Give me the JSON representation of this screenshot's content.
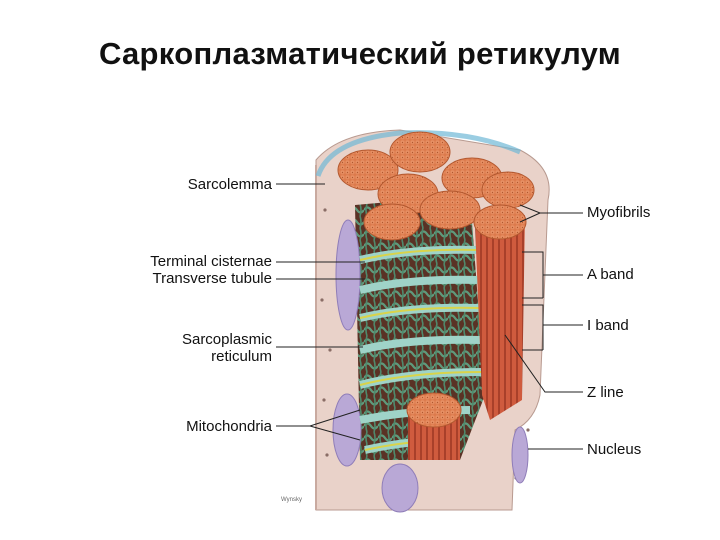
{
  "title": "Саркоплазматический ретикулум",
  "labels": {
    "sarcolemma": "Sarcolemma",
    "terminal_cisternae": "Terminal cisternae",
    "transverse_tubule": "Transverse tubule",
    "sarcoplasmic_line1": "Sarcoplasmic",
    "sarcoplasmic_line2": "reticulum",
    "mitochondria": "Mitochondria",
    "myofibrils": "Myofibrils",
    "a_band": "A band",
    "i_band": "I band",
    "z_line": "Z line",
    "nucleus": "Nucleus"
  },
  "credit": "Wynsky",
  "colors": {
    "fiber_body": "#e9d2c9",
    "myofibril_end": "#e8895a",
    "myofibril_side": "#c9563a",
    "sr_network": "#4f8a6d",
    "t_tubule": "#9fd3c8",
    "cisternae": "#d9d34a",
    "nucleus": "#b9a8d6",
    "background_cavity": "#6b3a2a"
  }
}
